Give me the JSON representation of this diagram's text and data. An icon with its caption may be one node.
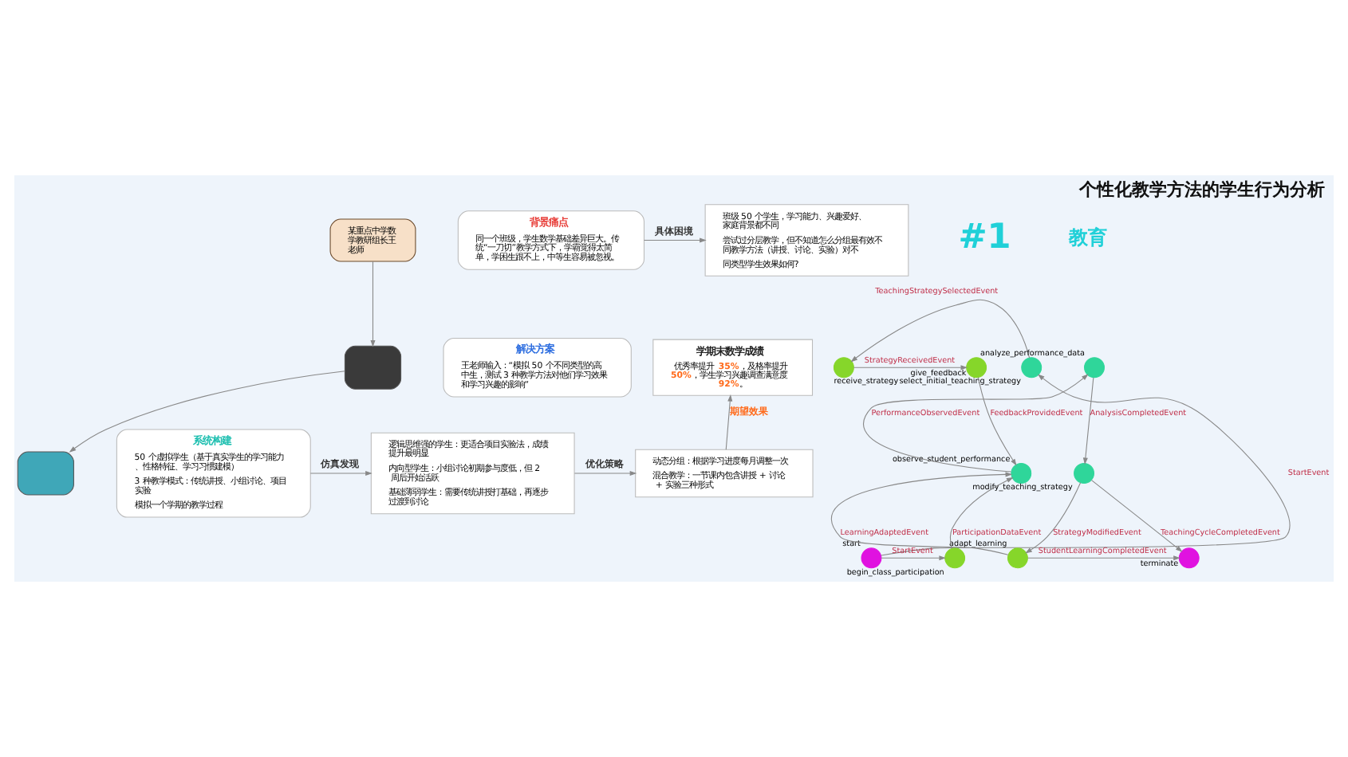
{
  "diagram": {
    "title": "个性化教学方法的学生行为分析",
    "nodes": [
      {
        "text": [
          "某重点中学数学教研组长王老师"
        ]
      },
      {
        "text": [
          "背景痛点",
          "同一个班级，学生数学基础差异巨大。传统“一刀切”教学方式下，学霸觉得太简单，学困生跟不上，中等生容易被忽视。"
        ]
      },
      {
        "text": [
          "班级 50 个学生，学习能力、兴趣爱好、家庭背景都不同",
          "尝试过分层教学，但不知道怎么分组最有效不同教学方法（讲授、讨论、实验）对不",
          "同类型学生效果如何?"
        ]
      },
      {
        "text": [],
        "shape": "box"
      },
      {
        "text": [
          "解决方案",
          "王老师输入：“模拟 50 个不同类型的高中生，测试 3 种教学方法对他们学习效果和学习兴趣的影响”"
        ]
      },
      {
        "text": [],
        "shape": "box"
      },
      {
        "text": [
          "系统构建",
          "50 个虚拟学生（基于真实学生的学习能力、性格特征、学习习惯建模）",
          "3 种教学模式：传统讲授、小组讨论、项目实验",
          "模拟一个学期的教学过程"
        ]
      },
      {
        "text": [
          "逻辑思维强的学生：更适合项目实验法，成绩提升最明显",
          "内向型学生：小组讨论初期参与度低，但 2 周后开始活跃",
          "基础薄弱学生：需要传统讲授打基础，再逐步过渡到讨论"
        ]
      },
      {
        "text": [
          "动态分组：根据学习进度每月调整一次",
          "混合教学：一节课内包含讲授 + 讨论 + 实验三种形式"
        ]
      },
      {
        "text": [
          "学期末数学成绩",
          "优秀率提升 **35%**，及格率提升 **50%**，学生学习兴趣调查满意度 **92%**。"
        ]
      },
      {
        "text": [],
        "shape": "circle",
        "beside": [
          "start"
        ]
      },
      {
        "text": [],
        "shape": "circle",
        "beside": [
          "select_initial_teaching_strategy"
        ]
      },
      {
        "text": [],
        "shape": "circle",
        "beside": [
          "receive_strategy"
        ]
      },
      {
        "text": [],
        "shape": "circle",
        "beside": [
          "give_feedback"
        ]
      },
      {
        "text": [],
        "shape": "circle",
        "beside": [
          "observe_student_performance"
        ]
      },
      {
        "text": [],
        "shape": "circle",
        "beside": [
          "analyze_performance_data"
        ]
      },
      {
        "text": [],
        "shape": "circle",
        "beside": [
          "modify_teaching_strategy"
        ]
      },
      {
        "text": [],
        "shape": "circle",
        "beside": [
          "adapt_learning"
        ]
      },
      {
        "text": [],
        "shape": "circle",
        "beside": [
          "terminate"
        ]
      },
      {
        "text": [],
        "shape": "circle",
        "beside": [
          "begin_class_participation"
        ]
      }
    ],
    "edges": [
      {
        "from": 0,
        "to": 3,
        "arrow": "to"
      },
      {
        "from": 3,
        "to": 5,
        "arrow": "to"
      },
      {
        "from": 1,
        "to": 2,
        "arrow": "to",
        "label": "具体困境"
      },
      {
        "from": 6,
        "to": 7,
        "arrow": "to",
        "label": "仿真发现"
      },
      {
        "from": 7,
        "to": 8,
        "arrow": "to",
        "label": "优化策略"
      },
      {
        "from": 8,
        "to": 9,
        "arrow": "to",
        "label": "期望效果"
      },
      {
        "from": 10,
        "to": 11,
        "arrow": "to",
        "label": "StartEvent"
      },
      {
        "from": 11,
        "to": 12,
        "arrow": "to",
        "label": "TeachingStrategySelectedEvent"
      },
      {
        "from": 12,
        "to": 13,
        "arrow": "to",
        "label": "StrategyReceivedEvent"
      },
      {
        "from": 13,
        "to": 14,
        "arrow": "to",
        "label": "FeedbackProvidedEvent"
      },
      {
        "from": 14,
        "to": 15,
        "arrow": "to",
        "label": "PerformanceObservedEvent"
      },
      {
        "from": 15,
        "to": 16,
        "arrow": "to",
        "label": "AnalysisCompletedEvent"
      },
      {
        "from": 16,
        "to": 17,
        "arrow": "to",
        "label": "StrategyModifiedEvent"
      },
      {
        "from": 16,
        "to": 18,
        "arrow": "to",
        "label": "TeachingCycleCompletedEvent"
      },
      {
        "from": 17,
        "to": 14,
        "arrow": "to",
        "label": "LearningAdaptedEvent"
      },
      {
        "from": 17,
        "to": 18,
        "arrow": "to",
        "label": "StudentLearningCompletedEvent"
      },
      {
        "from": 10,
        "to": 19,
        "arrow": "to",
        "label": "StartEvent"
      },
      {
        "from": 19,
        "to": 14,
        "arrow": "to",
        "label": "ParticipationDataEvent"
      }
    ],
    "labels": [
      "#1",
      "教育"
    ]
  }
}
